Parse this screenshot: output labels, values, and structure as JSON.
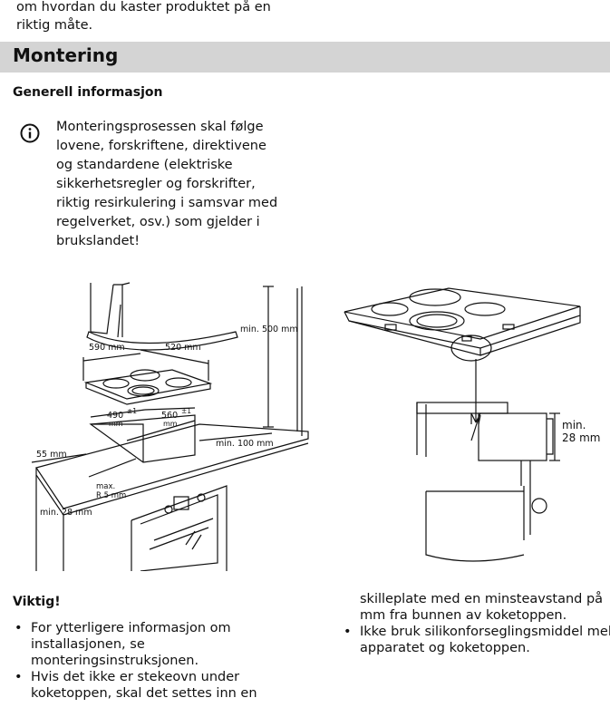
{
  "intro_tail": {
    "line1": "om hvordan du kaster produktet på en",
    "line2": "riktig måte."
  },
  "section": {
    "title": "Montering"
  },
  "general": {
    "heading": "Generell informasjon",
    "icon": "info-icon",
    "lines": [
      "Monteringsprosessen skal følge",
      "lovene, forskriftene, direktivene",
      "og standardene (elektriske",
      "sikkerhetsregler og forskrifter,",
      "riktig resirkulering i samsvar med",
      "regelverket, osv.) som gjelder i",
      "brukslandet!"
    ]
  },
  "figure": {
    "labels": {
      "w590": "590 mm",
      "w520": "520 mm",
      "min500": "min. 500 mm",
      "d490": "490",
      "d560": "560",
      "tol": "±1",
      "mm": "mm",
      "min100": "min. 100 mm",
      "d55": "55 mm",
      "max": "max.",
      "r5": "R 5 mm",
      "min28_left": "min. 28 mm",
      "min28_right_1": "min.",
      "min28_right_2": "28 mm"
    }
  },
  "important": {
    "heading": "Viktig!",
    "bullet_glyph": "•",
    "col1": [
      {
        "lines": [
          "For ytterligere informasjon om",
          "installasjonen, se",
          "monteringsinstruksjonen."
        ]
      },
      {
        "lines": [
          "Hvis det ikke er stekeovn under",
          "koketoppen, skal det settes inn en"
        ]
      }
    ],
    "col2_cont": [
      "skilleplate med en minsteavstand på",
      "mm fra bunnen av koketoppen."
    ],
    "col2_bullets": [
      {
        "lines": [
          "Ikke bruk silikonforseglingsmiddel mel",
          "apparatet og koketoppen."
        ]
      }
    ]
  }
}
